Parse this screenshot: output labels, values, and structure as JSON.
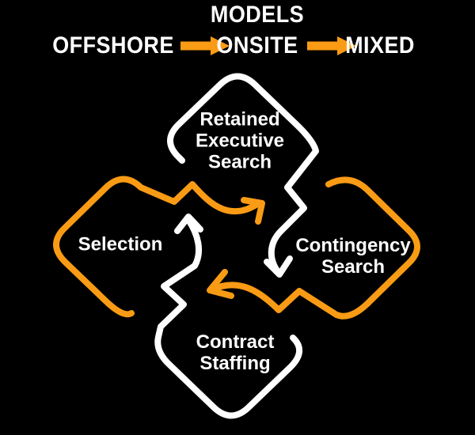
{
  "colors": {
    "background": "#000000",
    "orange": "#F99B14",
    "white": "#FFFFFF"
  },
  "header": {
    "title": "MODELS",
    "flow_steps": [
      "OFFSHORE",
      "ONSITE",
      "MIXED"
    ]
  },
  "nodes": [
    {
      "id": "retained-executive-search",
      "lines": [
        "Retained",
        "Executive",
        "Search"
      ],
      "outline_color": "#FFFFFF",
      "position": "top"
    },
    {
      "id": "contingency-search",
      "lines": [
        "Contingency",
        "Search"
      ],
      "outline_color": "#F99B14",
      "position": "right"
    },
    {
      "id": "contract-staffing",
      "lines": [
        "Contract",
        "Staffing"
      ],
      "outline_color": "#FFFFFF",
      "position": "bottom"
    },
    {
      "id": "selection",
      "lines": [
        "Selection"
      ],
      "outline_color": "#F99B14",
      "position": "left"
    }
  ],
  "cycle_arrows": [
    {
      "from": "selection",
      "to": "retained-executive-search",
      "color": "#F99B14",
      "direction": "up-right"
    },
    {
      "from": "retained-executive-search",
      "to": "contingency-search",
      "color": "#FFFFFF",
      "direction": "down"
    },
    {
      "from": "contingency-search",
      "to": "contract-staffing",
      "color": "#F99B14",
      "direction": "down-left"
    },
    {
      "from": "contract-staffing",
      "to": "selection",
      "color": "#FFFFFF",
      "direction": "up"
    }
  ]
}
